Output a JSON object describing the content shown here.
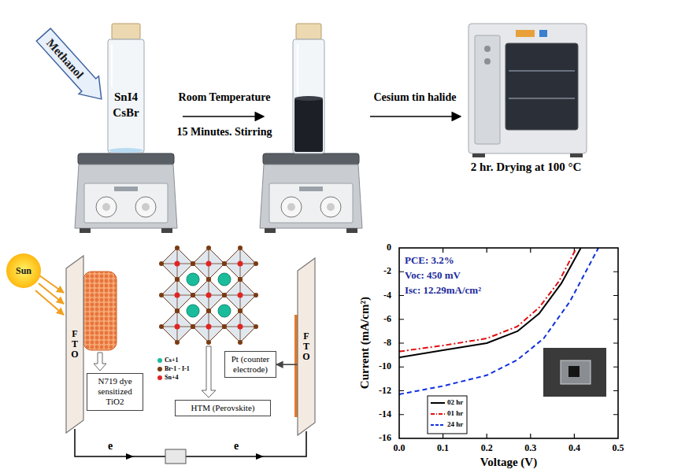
{
  "diagram": {
    "nodes": [
      {
        "text": [
          "Methanol"
        ]
      },
      {
        "text": [
          "SnI4",
          "CsBr"
        ]
      },
      {
        "text": [
          "Sun"
        ]
      },
      {
        "text": [
          "FTO"
        ]
      },
      {
        "text": [
          "N719 dye sensitized TiO2"
        ]
      },
      {
        "text": [
          "HTM (Perovskite)"
        ]
      },
      {
        "text": [
          "Pt (counter electrode)"
        ]
      },
      {
        "text": [
          "FTO"
        ]
      }
    ],
    "edges": [
      {
        "from": 7,
        "to": 6,
        "arrow": "to"
      }
    ],
    "labels": [
      "Room Temperature",
      "15 Minutes. Stirring",
      "Cesium tin halide",
      "2 hr. Drying at 100 °C",
      "e",
      "e",
      "PCE: 3.2%",
      "Voc: 450 mV",
      "Isc: 12.29mA/cm²",
      "Current (mA/cm²)",
      "Voltage (V)",
      "0",
      "-2",
      "-4",
      "-6",
      "-8",
      "-10",
      "-12",
      "-14",
      "-16",
      "0.0",
      "0.1",
      "0.2",
      "0.3",
      "0.4",
      "0.5"
    ],
    "legend": [
      {
        "text": "Cs+1",
        "color": "#1bbc9b"
      },
      {
        "text": "Br-1 - I-1",
        "color": "#7a3b12"
      },
      {
        "text": "Sn+4",
        "color": "#e02424"
      },
      {
        "text": "02 hr"
      },
      {
        "text": "01 hr"
      },
      {
        "text": "24 hr"
      }
    ]
  }
}
